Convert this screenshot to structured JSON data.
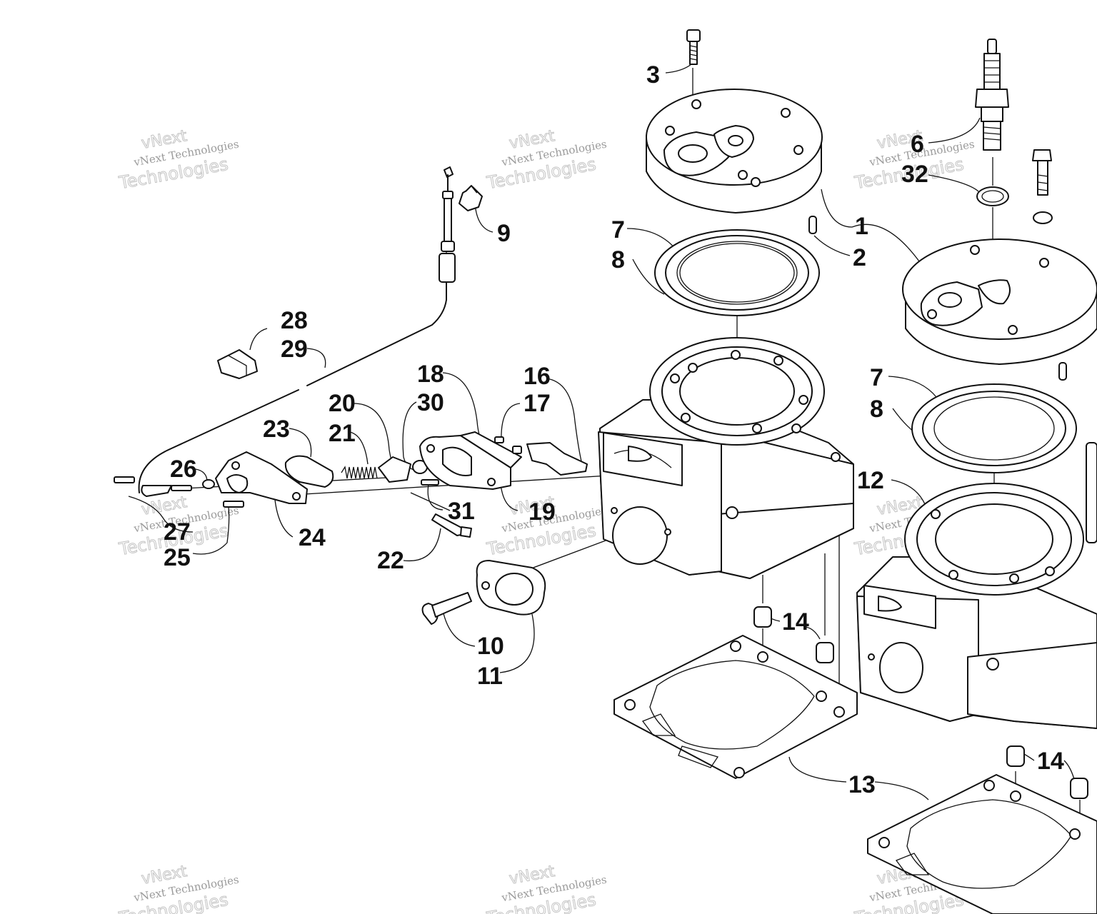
{
  "watermark": {
    "company": "vNext Technologies",
    "word_top": "vNext",
    "word_bottom": "Technologies"
  },
  "callouts": [
    {
      "id": "c1",
      "text": "1"
    },
    {
      "id": "c2",
      "text": "2"
    },
    {
      "id": "c3",
      "text": "3"
    },
    {
      "id": "c6",
      "text": "6"
    },
    {
      "id": "c32",
      "text": "32"
    },
    {
      "id": "c7a",
      "text": "7"
    },
    {
      "id": "c8a",
      "text": "8"
    },
    {
      "id": "c7b",
      "text": "7"
    },
    {
      "id": "c8b",
      "text": "8"
    },
    {
      "id": "c9",
      "text": "9"
    },
    {
      "id": "c10",
      "text": "10"
    },
    {
      "id": "c11",
      "text": "11"
    },
    {
      "id": "c12",
      "text": "12"
    },
    {
      "id": "c13",
      "text": "13"
    },
    {
      "id": "c14a",
      "text": "14"
    },
    {
      "id": "c14b",
      "text": "14"
    },
    {
      "id": "c16",
      "text": "16"
    },
    {
      "id": "c17",
      "text": "17"
    },
    {
      "id": "c18",
      "text": "18"
    },
    {
      "id": "c19",
      "text": "19"
    },
    {
      "id": "c20",
      "text": "20"
    },
    {
      "id": "c21",
      "text": "21"
    },
    {
      "id": "c22",
      "text": "22"
    },
    {
      "id": "c23",
      "text": "23"
    },
    {
      "id": "c24",
      "text": "24"
    },
    {
      "id": "c25",
      "text": "25"
    },
    {
      "id": "c26",
      "text": "26"
    },
    {
      "id": "c27",
      "text": "27"
    },
    {
      "id": "c28",
      "text": "28"
    },
    {
      "id": "c29",
      "text": "29"
    },
    {
      "id": "c30",
      "text": "30"
    },
    {
      "id": "c31",
      "text": "31"
    }
  ]
}
